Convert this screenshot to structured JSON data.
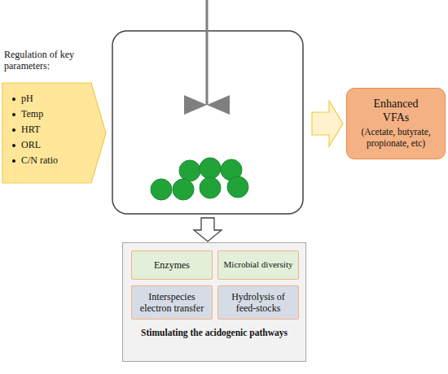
{
  "diagram": {
    "nodes": [
      {
        "text": [
          "Regulation of key parameters:",
          "pH",
          "Temp",
          "HRT",
          "ORL",
          "C/N ratio"
        ]
      },
      {
        "text": [
          "Enhanced VFAs",
          "(Acetate, butyrate, propionate, etc)"
        ]
      },
      {
        "text": [
          "Stimulating the acidogenic pathways"
        ]
      },
      {
        "text": [
          "Enzymes"
        ],
        "in": 2
      },
      {
        "text": [
          "Microbial diversity"
        ],
        "in": 2
      },
      {
        "text": [
          "Interspecies electron transfer"
        ],
        "in": 2
      },
      {
        "text": [
          "Hydrolysis of feed-stocks"
        ],
        "in": 2
      }
    ]
  }
}
